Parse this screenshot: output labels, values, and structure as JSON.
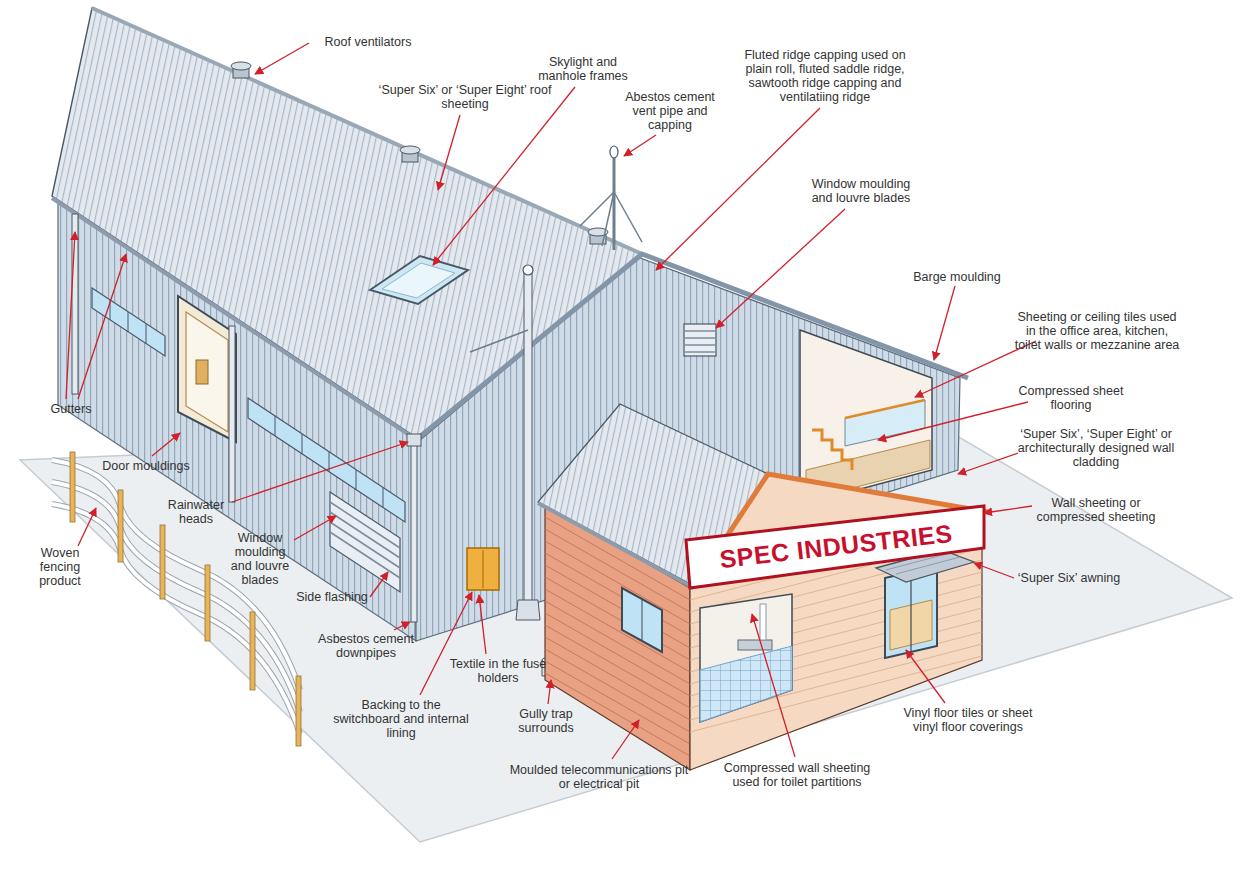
{
  "diagram": {
    "labels": [
      "Roof ventilators",
      "Skylight and manhole frames",
      "‘Super Six’ or ‘Super Eight’ roof sheeting",
      "Abestos cement vent pipe and capping",
      "Fluted ridge capping used on plain roll, fluted saddle ridge, sawtooth ridge capping and ventilatiing ridge",
      "Window moulding and louvre blades",
      "Barge moulding",
      "Sheeting or ceiling tiles used in the office area, kitchen, toilet walls or mezzanine area",
      "Compressed sheet flooring",
      "‘Super Six’, ‘Super Eight’ or architecturally designed wall cladding",
      "Wall sheeting or compressed sheeting",
      "‘Super Six’ awning",
      "Vinyl floor tiles or sheet vinyl floor coverings",
      "Compressed wall sheeting used for toilet partitions",
      "Moulded telecommunications pit or electrical pit",
      "Gully trap surrounds",
      "Textile in the fuse holders",
      "Backing to the switchboard and internal lining",
      "Asbestos cement downpipes",
      "Side flashing",
      "Window moulding and louvre blades",
      "Rainwater heads",
      "Door mouldings",
      "Gutters",
      "Woven fencing product",
      "SPEC INDUSTRIES"
    ]
  }
}
